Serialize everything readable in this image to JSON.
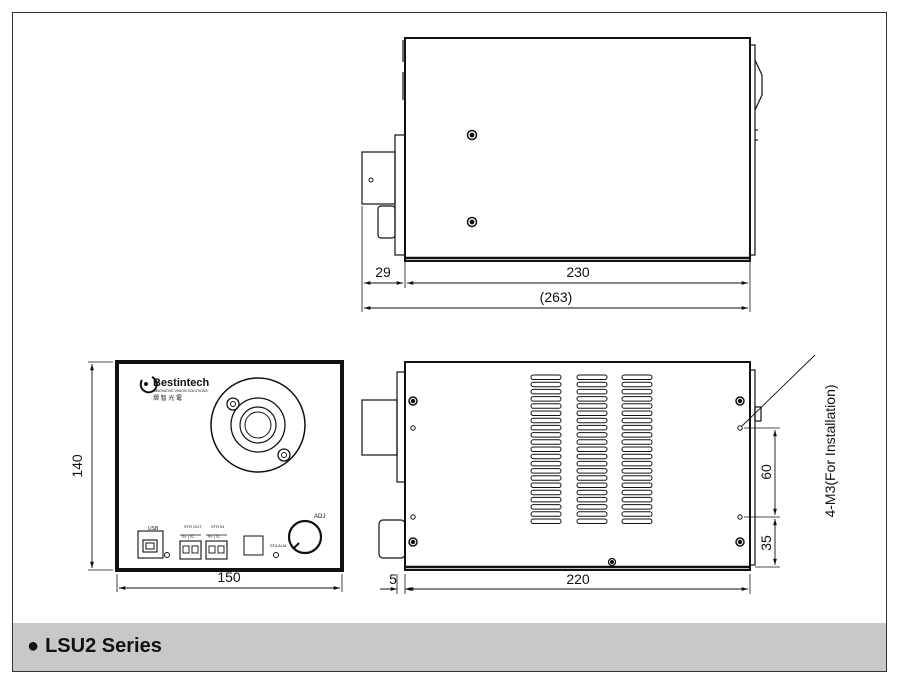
{
  "diagram": {
    "top_view": {
      "dim_front": "29",
      "dim_body": "230",
      "dim_total": "(263)"
    },
    "front_view": {
      "height": "140",
      "width": "150",
      "brand": "Bestintech",
      "brand_subtitle": "INNOVATIVE VISION SOLUTIONS",
      "brand_chinese": "熠 智 光 電",
      "usb_label": "USB",
      "str_out_label": "STR OUT",
      "str_out_pins": "S+ | S-",
      "str_in_label": "STR IN",
      "str_in_pins": "S+ | S-",
      "sta_alm_label": "STA ALM",
      "adj_label": "ADJ"
    },
    "side_view": {
      "dim_front": "5",
      "dim_body": "220",
      "dim_60": "60",
      "dim_35": "35",
      "mount_note": "4-M3(For Installation)"
    }
  },
  "footer": {
    "bullet": "●",
    "series_label": "LSU2 Series"
  }
}
